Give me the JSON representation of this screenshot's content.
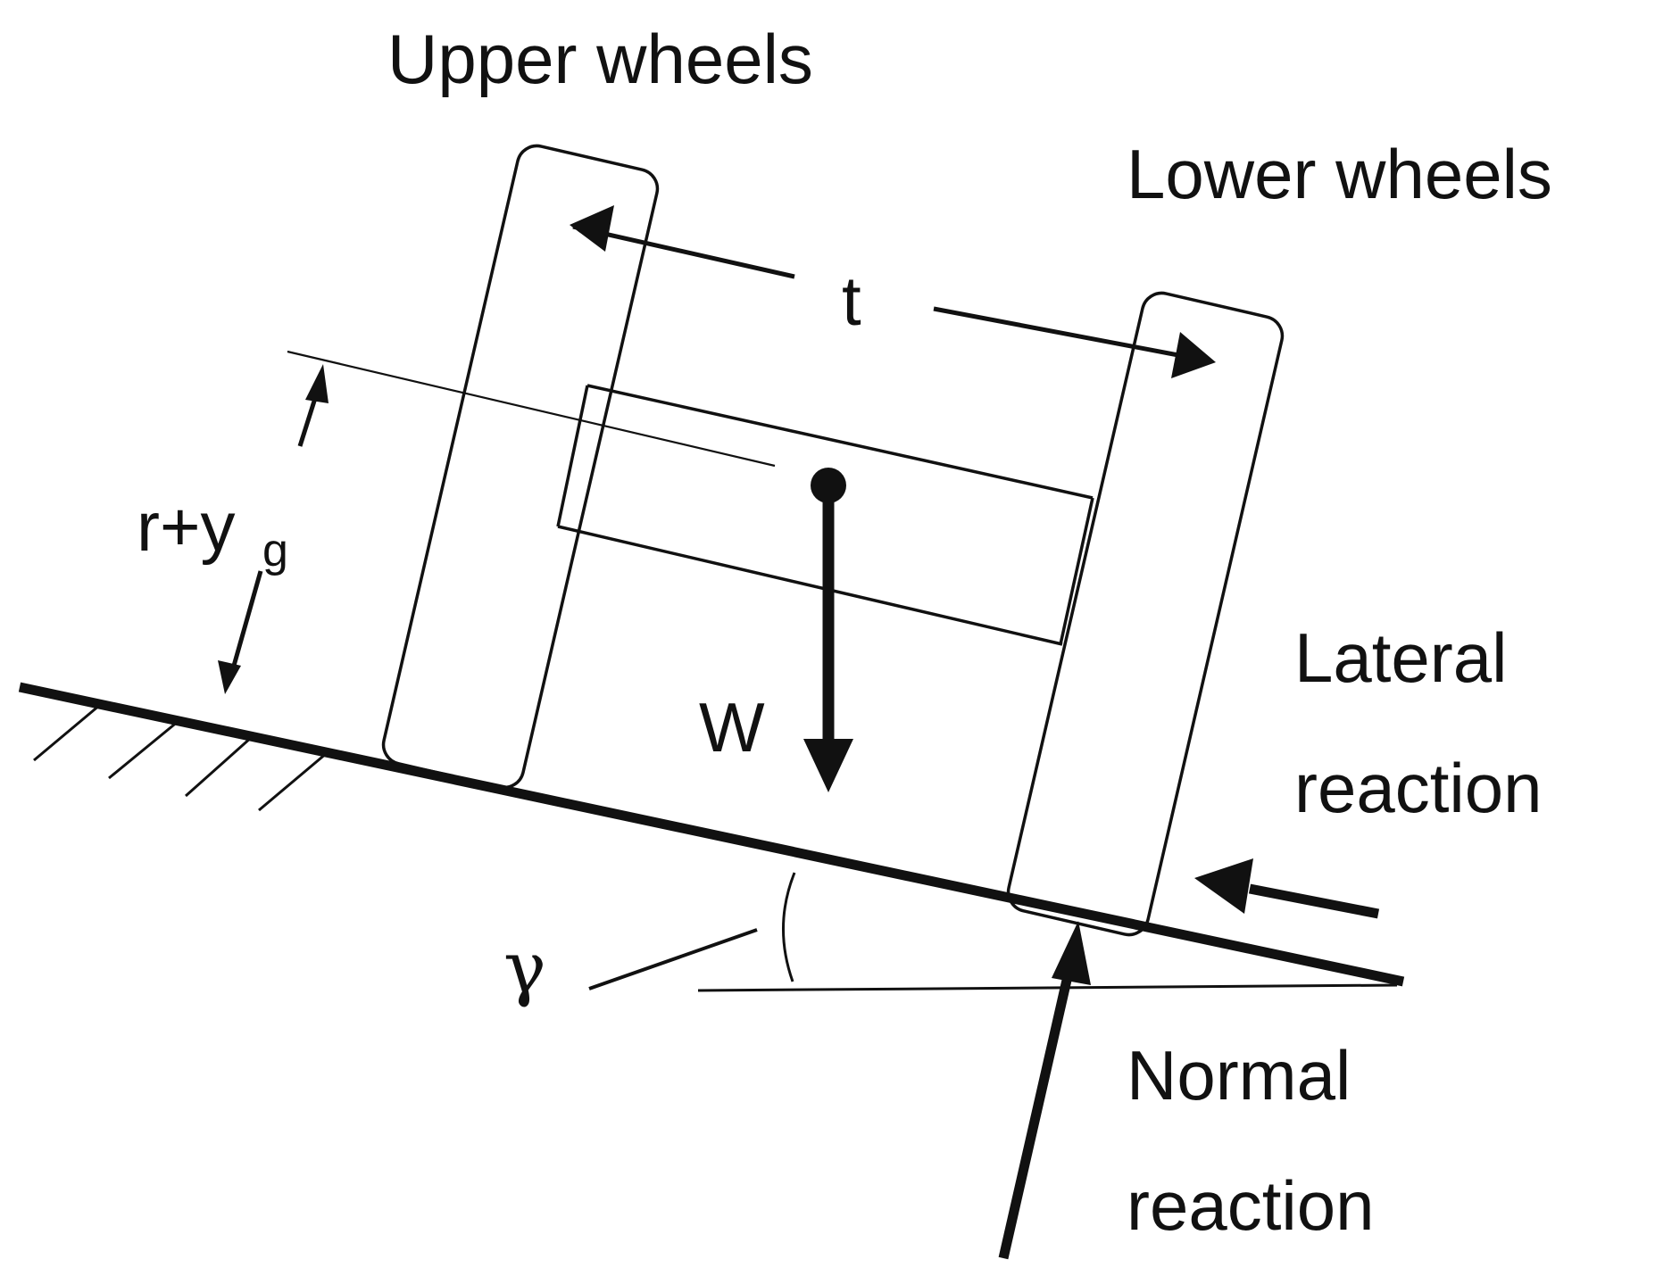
{
  "labels": {
    "upper_wheels": "Upper wheels",
    "lower_wheels": "Lower wheels",
    "track": "t",
    "height_main": "r+y",
    "height_sub": "g",
    "weight": "W",
    "lateral_line1": "Lateral",
    "lateral_line2": "reaction",
    "normal_line1": "Normal",
    "normal_line2": "reaction",
    "angle": "γ"
  },
  "colors": {
    "ink": "#111111",
    "background": "#ffffff"
  }
}
